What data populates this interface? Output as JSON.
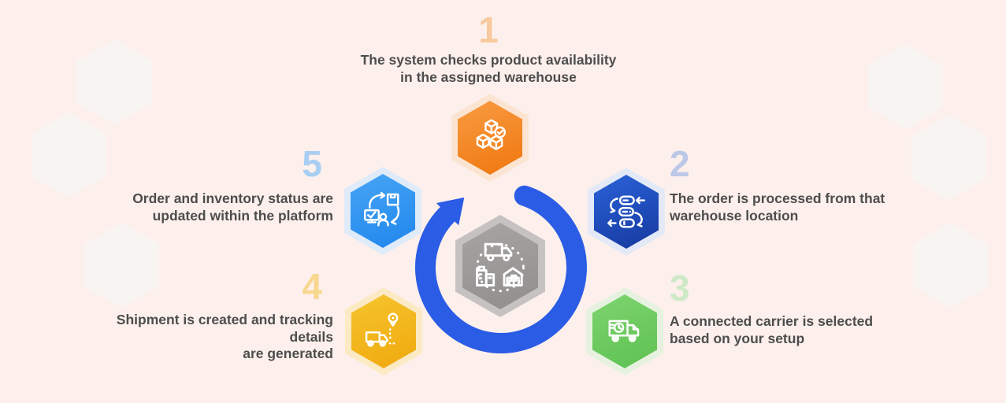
{
  "background": {
    "color": "#FDF0EC",
    "tile_color": "#F8F4F1"
  },
  "cycle": {
    "arrow_color": "#2B5CE5",
    "center_icon": "logistics-hub-icon",
    "center_hex_color": "#9E9A9A",
    "center_hex_ring_color": "#C6C2C2"
  },
  "text_color": "#4D4D4D",
  "steps": [
    {
      "number": "1",
      "line1": "The system checks product availability",
      "line2": "in the assigned warehouse",
      "number_color": "#F8C99C",
      "hex_color": "#F5821F",
      "glow_color": "#FBE5D2",
      "icon": "product-availability-icon"
    },
    {
      "number": "2",
      "line1": "The order is processed from that",
      "line2": "warehouse location",
      "number_color": "#BDC8E8",
      "hex_color": "#1E4FB5",
      "glow_color": "#E3E9F6",
      "icon": "order-processing-icon"
    },
    {
      "number": "3",
      "line1": "A connected carrier is selected",
      "line2": "based on your setup",
      "number_color": "#CDE9C6",
      "hex_color": "#6FCB62",
      "glow_color": "#E6F2DF",
      "icon": "carrier-truck-icon"
    },
    {
      "number": "4",
      "line1": "Shipment is created and tracking details",
      "line2": "are generated",
      "number_color": "#F8D88F",
      "hex_color": "#F4B71D",
      "glow_color": "#FBEAC4",
      "icon": "shipment-tracking-icon"
    },
    {
      "number": "5",
      "line1": "Order and inventory status are",
      "line2": "updated within the platform",
      "number_color": "#A8CEF3",
      "hex_color": "#2F96F1",
      "glow_color": "#DFEBF9",
      "icon": "status-update-icon"
    }
  ]
}
